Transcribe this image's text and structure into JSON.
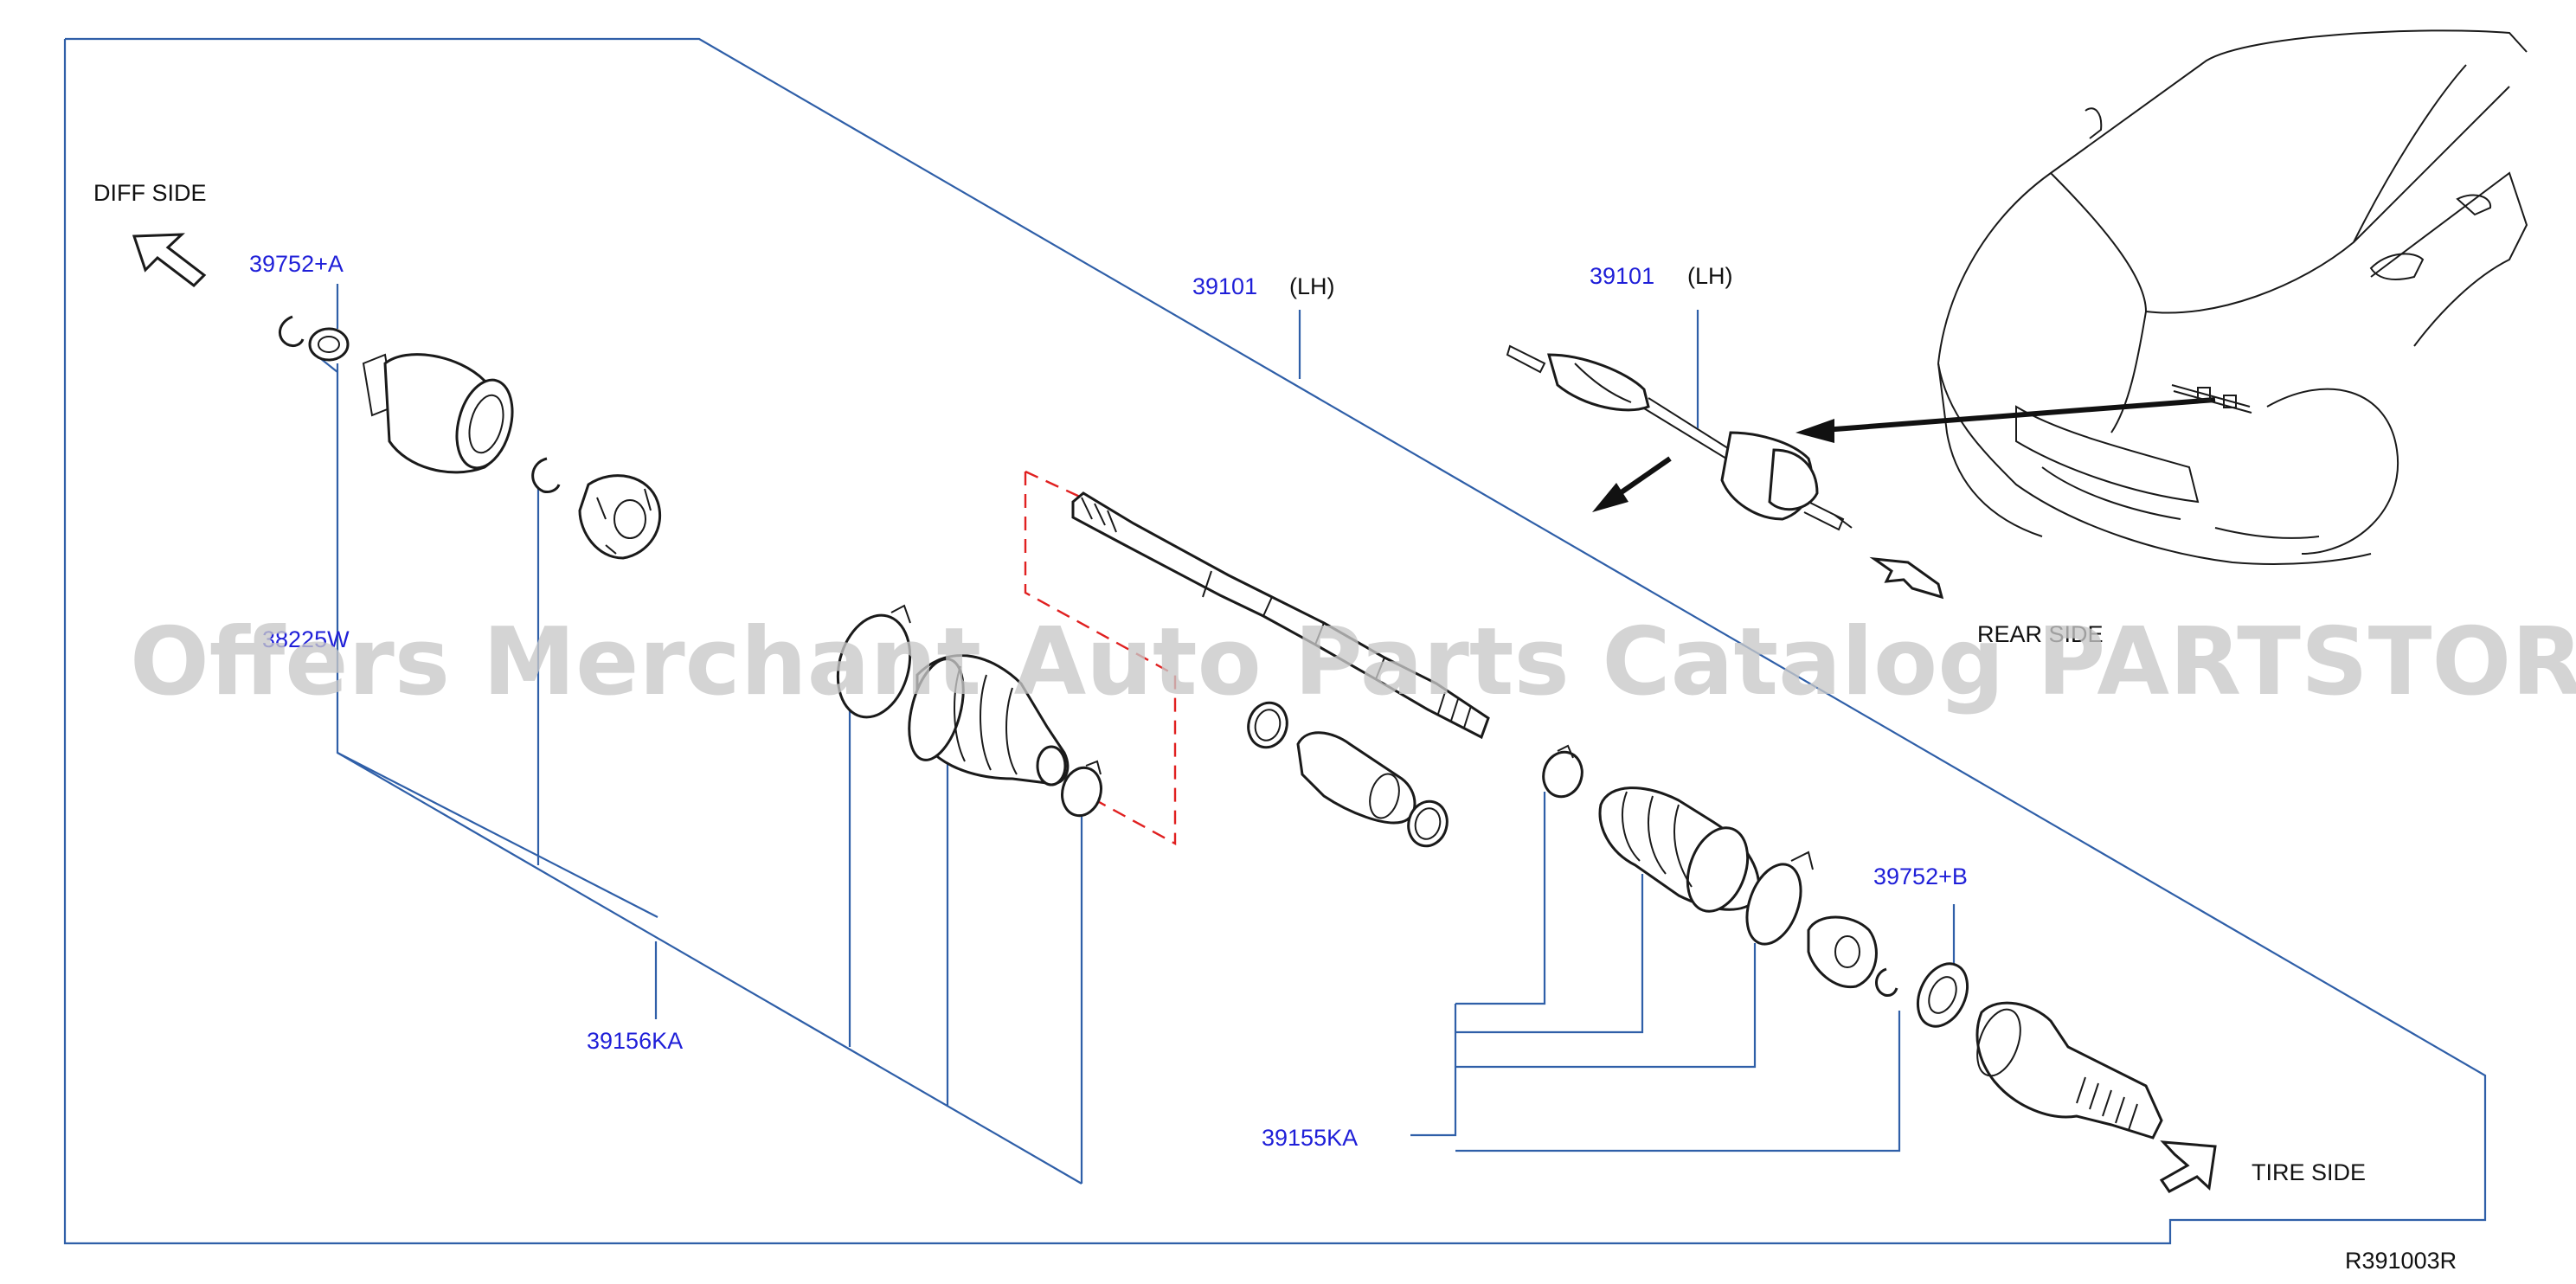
{
  "diagram": {
    "labels": {
      "diff_side": "DIFF   SIDE",
      "tire_side": "TIRE   SIDE",
      "part_39101_top": "39101",
      "part_39101_top_side": "(LH)",
      "part_39101_car": "39101",
      "part_39101_car_side": "(LH)",
      "part_39752a": "39752+A",
      "part_39752b": "39752+B",
      "part_38225w": "38225W",
      "part_39156ka": "39156KA",
      "part_39155ka": "39155KA",
      "rear_side": "REAR SIDE",
      "drawing_number": "R391003R"
    },
    "watermark": "Offers Merchant Auto Parts Catalog PARTSTORE.SA",
    "colors": {
      "label_blue": "#1f1fd8",
      "leader_line": "#2f5fa8",
      "dashed_outline": "#e02020",
      "ink": "#1a1a1a"
    }
  }
}
